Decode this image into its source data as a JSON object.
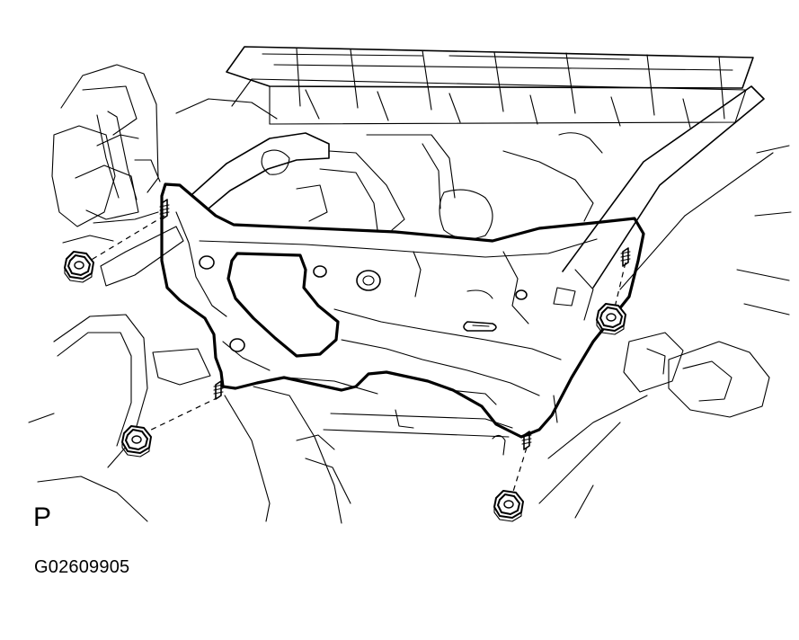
{
  "figure": {
    "view_letter": "P",
    "code": "G02609905"
  },
  "icons": {
    "nut": "hex-flange-nut",
    "stud": "threaded-stud",
    "panel": "undercover-panel"
  }
}
